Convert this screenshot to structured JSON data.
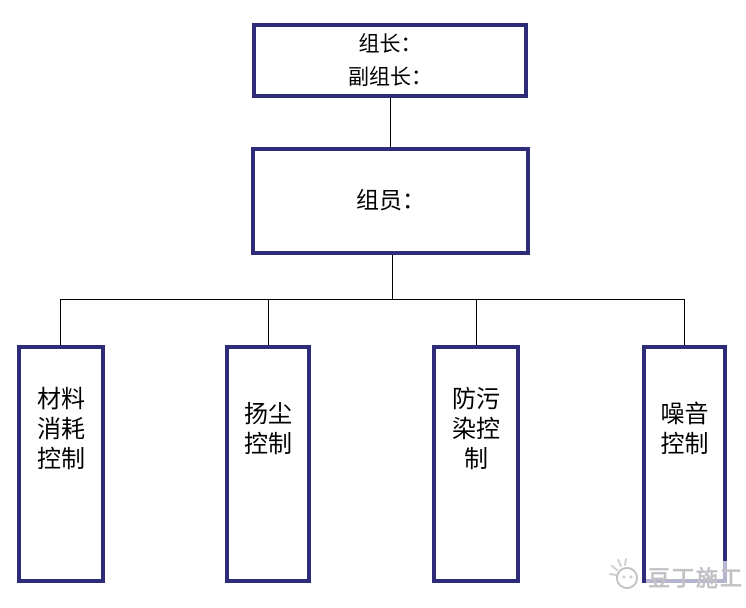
{
  "diagram": {
    "root": {
      "line1": "组长：",
      "line2": "副组长："
    },
    "members": {
      "label": "组员："
    },
    "children": [
      {
        "lines": [
          "材料",
          "消耗",
          "控制"
        ]
      },
      {
        "lines": [
          "扬尘",
          "控制"
        ]
      },
      {
        "lines": [
          "防污",
          "染控",
          "制"
        ]
      },
      {
        "lines": [
          "噪音",
          "控制"
        ]
      }
    ]
  },
  "watermark": {
    "text": "豆丁施工",
    "logo": "docin-bean-logo"
  },
  "colors": {
    "box_border": "#2e2b78",
    "connector": "#000000",
    "text": "#000000",
    "watermark_gray": "#c2c2c6",
    "background": "#ffffff"
  }
}
